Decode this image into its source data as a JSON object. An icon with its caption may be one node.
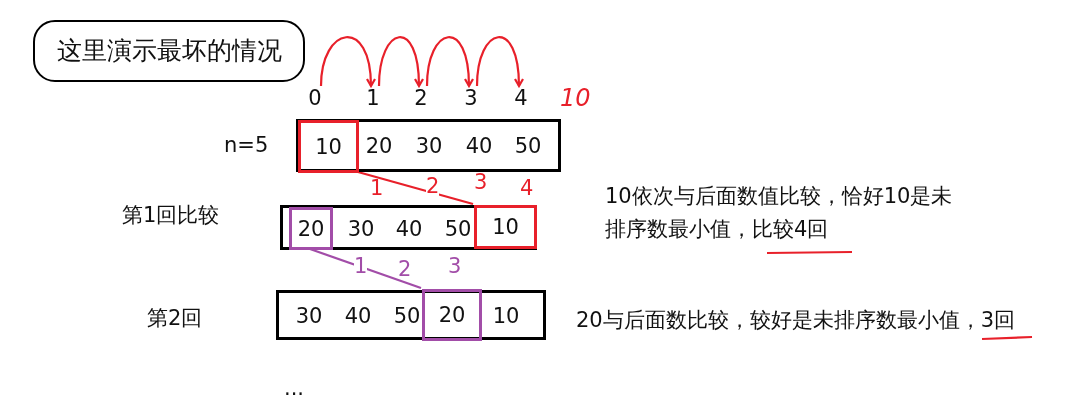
{
  "diagram": {
    "nodes": [
      {
        "text": [
          "这里演示最坏的情况"
        ]
      },
      {
        "text": [
          "0"
        ]
      },
      {
        "text": [
          "1"
        ]
      },
      {
        "text": [
          "2"
        ]
      },
      {
        "text": [
          "3"
        ]
      },
      {
        "text": [
          "4"
        ]
      },
      {
        "text": [],
        "shape": "box"
      },
      {
        "text": [
          "10"
        ],
        "in": 6
      },
      {
        "text": [
          "20"
        ],
        "in": 6
      },
      {
        "text": [
          "30"
        ],
        "in": 6
      },
      {
        "text": [
          "40"
        ],
        "in": 6
      },
      {
        "text": [
          "50"
        ],
        "in": 6
      },
      {
        "text": [],
        "shape": "box"
      },
      {
        "text": [
          "20"
        ],
        "in": 12
      },
      {
        "text": [
          "30"
        ],
        "in": 12
      },
      {
        "text": [
          "40"
        ],
        "in": 12
      },
      {
        "text": [
          "50"
        ],
        "in": 12
      },
      {
        "text": [
          "10"
        ],
        "in": 12
      },
      {
        "text": [],
        "shape": "box"
      },
      {
        "text": [
          "30"
        ],
        "in": 18
      },
      {
        "text": [
          "40"
        ],
        "in": 18
      },
      {
        "text": [
          "50"
        ],
        "in": 18
      },
      {
        "text": [
          "20"
        ],
        "in": 18
      },
      {
        "text": [
          "10"
        ],
        "in": 18
      }
    ],
    "edges": [
      {
        "from": 1,
        "to": 2,
        "arrow": "to"
      },
      {
        "from": 2,
        "to": 3,
        "arrow": "to"
      },
      {
        "from": 3,
        "to": 4,
        "arrow": "to"
      },
      {
        "from": 4,
        "to": 5,
        "arrow": "to"
      },
      {
        "from": 7,
        "to": 17,
        "arrow": "none"
      },
      {
        "from": 13,
        "to": 22,
        "arrow": "none",
        "color": "#a24da8"
      }
    ],
    "labels": [
      "10",
      "n=5",
      "1",
      "2",
      "3",
      "4",
      "第1回比较",
      "10依次与后面数值比较，恰好10是未排序数最小值，比较4回",
      "1",
      "2",
      "3",
      "第2回",
      "20与后面数比较，较好是未排序数最小值，3回",
      "..."
    ]
  }
}
